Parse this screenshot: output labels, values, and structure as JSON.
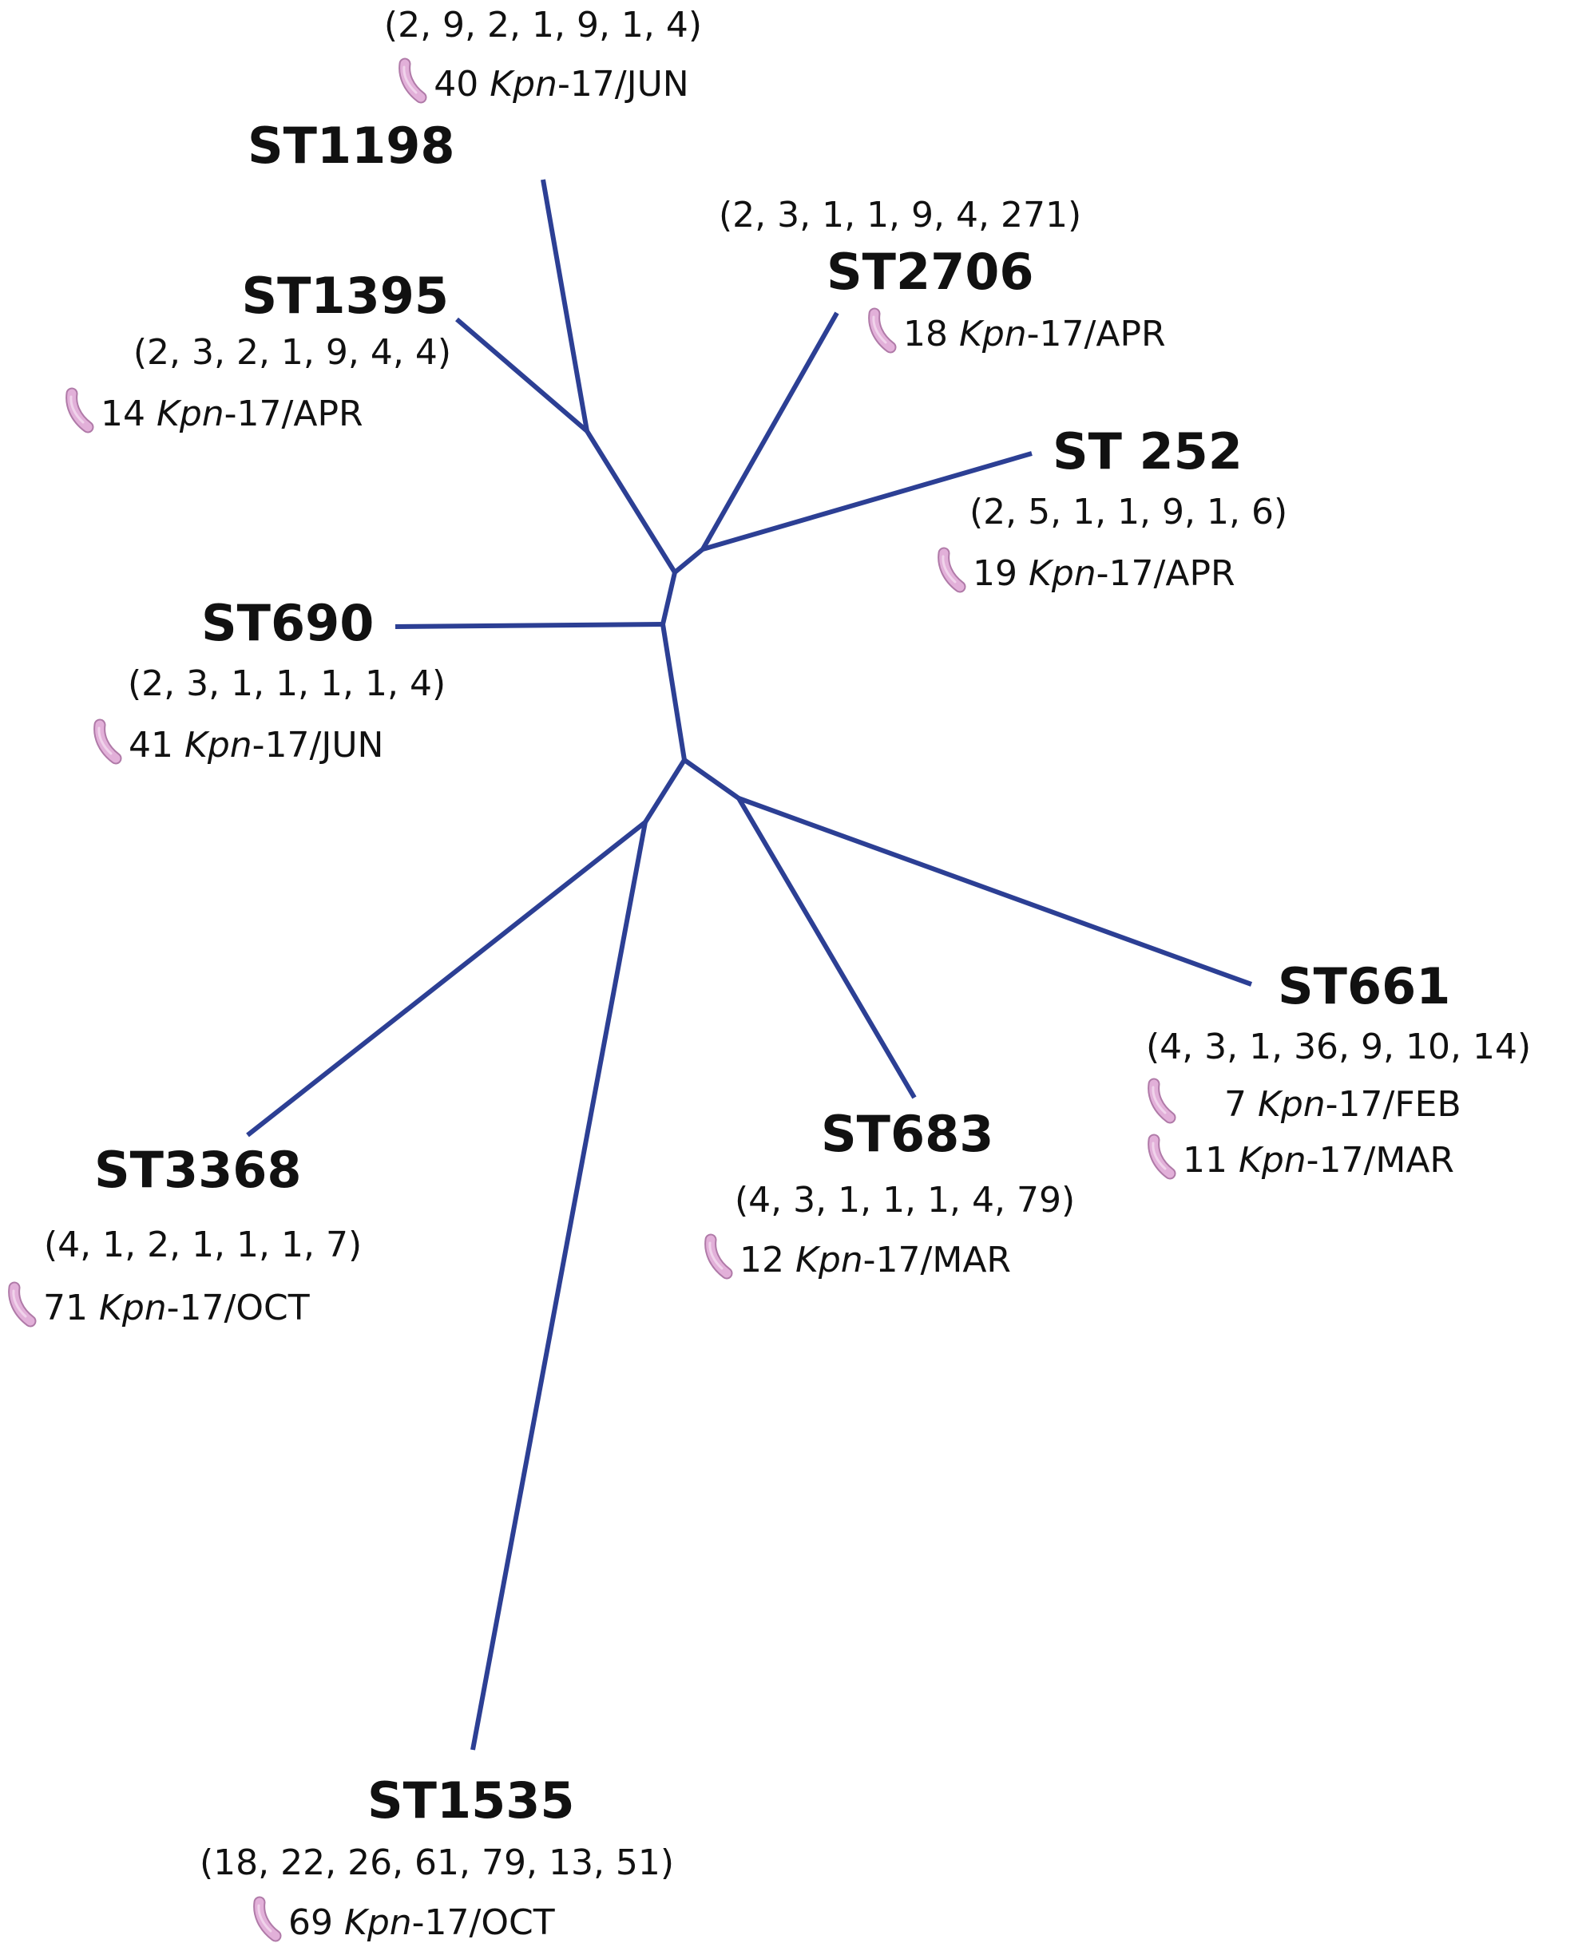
{
  "colors": {
    "branch": "#2c3f94",
    "bacterium_fill": "#e2b0d9",
    "bacterium_stroke": "#b07aa8",
    "text": "#111111"
  },
  "icon": "rod-bacterium-icon",
  "nodes": {
    "st1198": {
      "label": "ST1198",
      "alleles": "(2, 9, 2, 1, 9, 1, 4)",
      "isolates": [
        {
          "num": "40",
          "genus": "Kpn",
          "suffix": "-17/JUN"
        }
      ]
    },
    "st2706": {
      "label": "ST2706",
      "alleles": "(2, 3, 1, 1, 9, 4, 271)",
      "isolates": [
        {
          "num": "18",
          "genus": "Kpn",
          "suffix": "-17/APR"
        }
      ]
    },
    "st1395": {
      "label": "ST1395",
      "alleles": "(2, 3, 2, 1, 9, 4, 4)",
      "isolates": [
        {
          "num": "14",
          "genus": "Kpn",
          "suffix": "-17/APR"
        }
      ]
    },
    "st252": {
      "label": "ST 252",
      "alleles": "(2, 5, 1, 1, 9, 1, 6)",
      "isolates": [
        {
          "num": "19",
          "genus": "Kpn",
          "suffix": "-17/APR"
        }
      ]
    },
    "st690": {
      "label": "ST690",
      "alleles": "(2, 3, 1, 1, 1, 1, 4)",
      "isolates": [
        {
          "num": "41",
          "genus": "Kpn",
          "suffix": "-17/JUN"
        }
      ]
    },
    "st661": {
      "label": "ST661",
      "alleles": "(4, 3, 1, 36, 9, 10, 14)",
      "isolates": [
        {
          "num": "7",
          "genus": "Kpn",
          "suffix": "-17/FEB"
        },
        {
          "num": "11",
          "genus": "Kpn",
          "suffix": "-17/MAR"
        }
      ]
    },
    "st683": {
      "label": "ST683",
      "alleles": "(4, 3, 1, 1, 1, 4, 79)",
      "isolates": [
        {
          "num": "12",
          "genus": "Kpn",
          "suffix": "-17/MAR"
        }
      ]
    },
    "st3368": {
      "label": "ST3368",
      "alleles": "(4, 1, 2, 1, 1, 1, 7)",
      "isolates": [
        {
          "num": "71",
          "genus": "Kpn",
          "suffix": "-17/OCT"
        }
      ]
    },
    "st1535": {
      "label": "ST1535",
      "alleles": "(18, 22, 26, 61, 79, 13, 51)",
      "isolates": [
        {
          "num": "69",
          "genus": "Kpn",
          "suffix": "-17/OCT"
        }
      ]
    }
  }
}
